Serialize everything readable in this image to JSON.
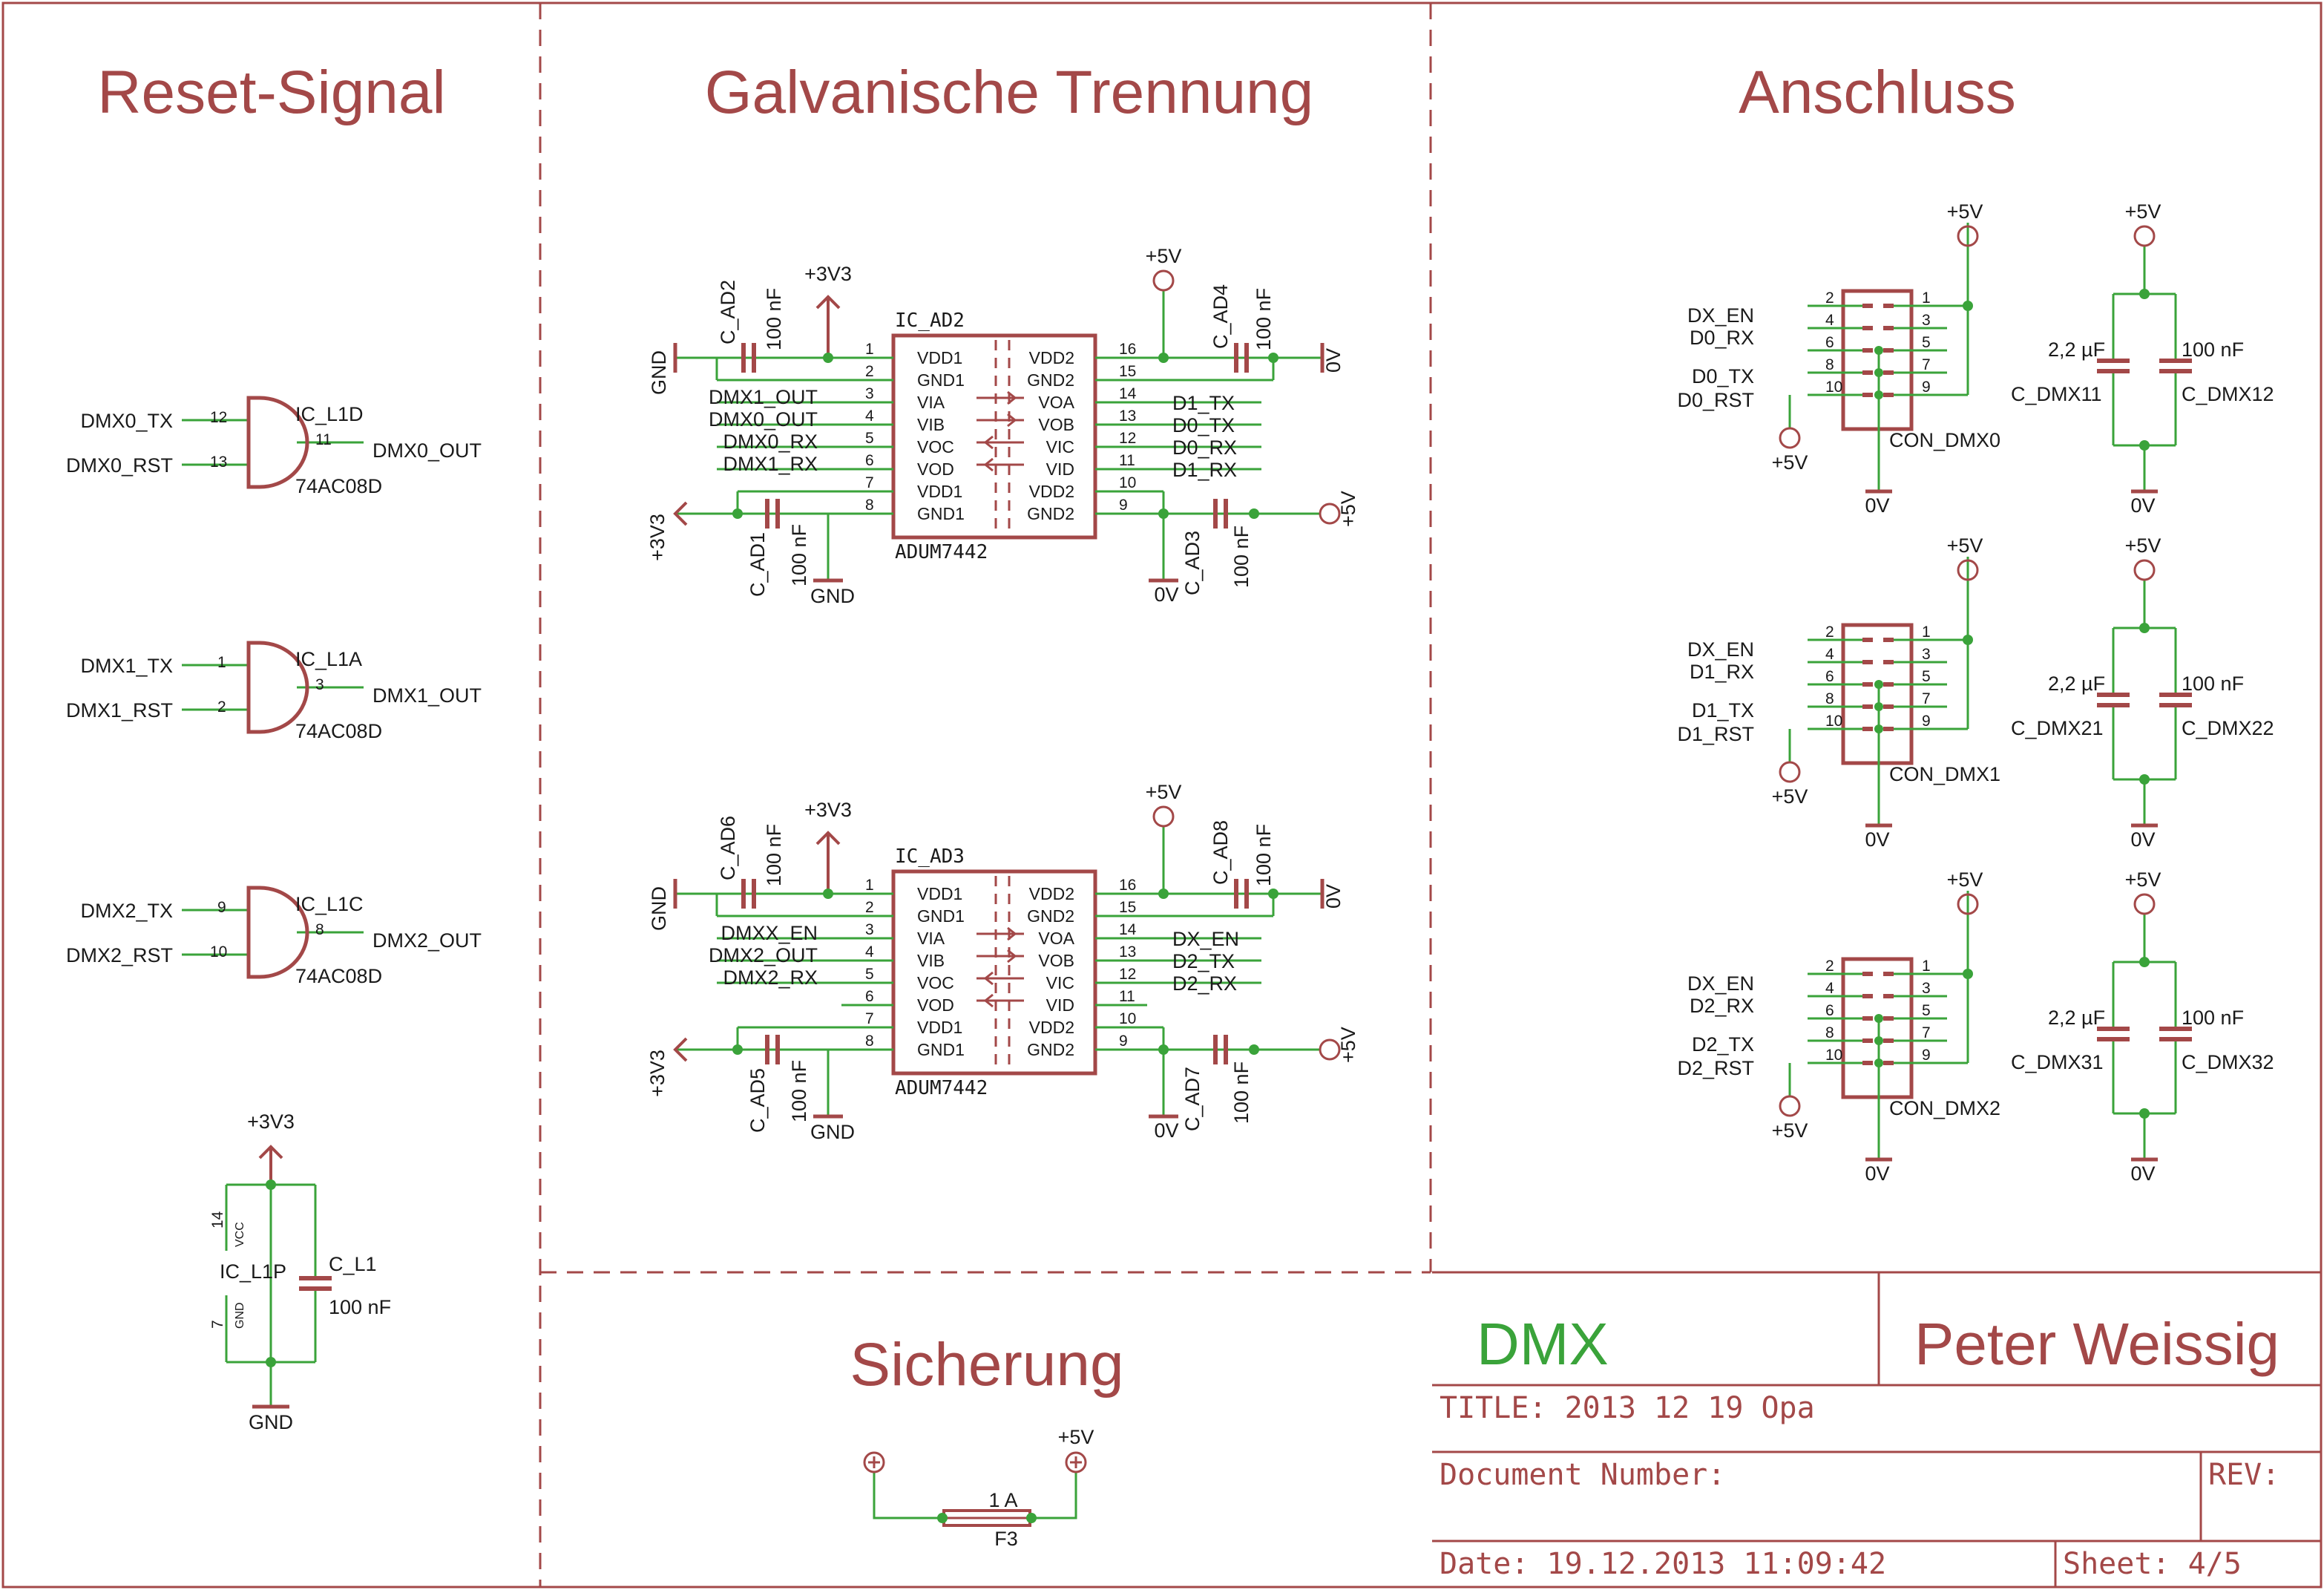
{
  "sections": {
    "reset": "Reset-Signal",
    "galv": "Galvanische Trennung",
    "anschluss": "Anschluss",
    "sicherung": "Sicherung"
  },
  "colors": {
    "frame": "#a34848",
    "wire": "#3aa33a",
    "text": "#1a1a1a"
  },
  "gates": [
    {
      "in1": "DMX0_TX",
      "in2": "DMX0_RST",
      "out": "DMX0_OUT",
      "p1": "12",
      "p2": "13",
      "p3": "11",
      "name": "IC_L1D",
      "value": "74AC08D"
    },
    {
      "in1": "DMX1_TX",
      "in2": "DMX1_RST",
      "out": "DMX1_OUT",
      "p1": "1",
      "p2": "2",
      "p3": "3",
      "name": "IC_L1A",
      "value": "74AC08D"
    },
    {
      "in1": "DMX2_TX",
      "in2": "DMX2_RST",
      "out": "DMX2_OUT",
      "p1": "9",
      "p2": "10",
      "p3": "8",
      "name": "IC_L1C",
      "value": "74AC08D"
    }
  ],
  "power_ic": {
    "supply": "+3V3",
    "gnd": "GND",
    "name": "IC_L1P",
    "vcc_pin": "14",
    "vcc": "VCC",
    "gnd_pin": "7",
    "gnd_lbl": "GND",
    "cap": "C_L1",
    "cap_value": "100 nF"
  },
  "isolators": [
    {
      "name": "IC_AD2",
      "value": "ADUM7442",
      "left_pins": [
        "VDD1",
        "GND1",
        "VIA",
        "VIB",
        "VOC",
        "VOD",
        "VDD1",
        "GND1"
      ],
      "left_nums": [
        "1",
        "2",
        "3",
        "4",
        "5",
        "6",
        "7",
        "8"
      ],
      "right_pins": [
        "VDD2",
        "GND2",
        "VOA",
        "VOB",
        "VIC",
        "VID",
        "VDD2",
        "GND2"
      ],
      "right_nums": [
        "16",
        "15",
        "14",
        "13",
        "12",
        "11",
        "10",
        "9"
      ],
      "left_nets": [
        "",
        "",
        "DMX1_OUT",
        "DMX0_OUT",
        "DMX0_RX",
        "DMX1_RX",
        "",
        ""
      ],
      "right_nets": [
        "",
        "",
        "D1_TX",
        "D0_TX",
        "D0_RX",
        "D1_RX",
        "",
        ""
      ],
      "cap_tl": "C_AD2",
      "cap_tr": "C_AD4",
      "cap_bl": "C_AD1",
      "cap_br": "C_AD3",
      "cap_value": "100 nF",
      "gnd": "GND",
      "p3v3": "+3V3",
      "p5v": "+5V",
      "zero": "0V"
    },
    {
      "name": "IC_AD3",
      "value": "ADUM7442",
      "left_pins": [
        "VDD1",
        "GND1",
        "VIA",
        "VIB",
        "VOC",
        "VOD",
        "VDD1",
        "GND1"
      ],
      "left_nums": [
        "1",
        "2",
        "3",
        "4",
        "5",
        "6",
        "7",
        "8"
      ],
      "right_pins": [
        "VDD2",
        "GND2",
        "VOA",
        "VOB",
        "VIC",
        "VID",
        "VDD2",
        "GND2"
      ],
      "right_nums": [
        "16",
        "15",
        "14",
        "13",
        "12",
        "11",
        "10",
        "9"
      ],
      "left_nets": [
        "",
        "",
        "DMXX_EN",
        "DMX2_OUT",
        "DMX2_RX",
        "",
        "",
        ""
      ],
      "right_nets": [
        "",
        "",
        "DX_EN",
        "D2_TX",
        "D2_RX",
        "",
        "",
        ""
      ],
      "cap_tl": "C_AD6",
      "cap_tr": "C_AD8",
      "cap_bl": "C_AD5",
      "cap_br": "C_AD7",
      "cap_value": "100 nF",
      "gnd": "GND",
      "p3v3": "+3V3",
      "p5v": "+5V",
      "zero": "0V"
    }
  ],
  "connectors": [
    {
      "name": "CON_DMX0",
      "en": "DX_EN",
      "rx": "D0_RX",
      "tx": "D0_TX",
      "rst": "D0_RST",
      "c1": "C_DMX11",
      "c1v": "2,2 µF",
      "c2": "C_DMX12",
      "c2v": "100 nF",
      "p5v": "+5V",
      "zero": "0V",
      "lnums": [
        "2",
        "4",
        "6",
        "8",
        "10"
      ],
      "rnums": [
        "1",
        "3",
        "5",
        "7",
        "9"
      ]
    },
    {
      "name": "CON_DMX1",
      "en": "DX_EN",
      "rx": "D1_RX",
      "tx": "D1_TX",
      "rst": "D1_RST",
      "c1": "C_DMX21",
      "c1v": "2,2 µF",
      "c2": "C_DMX22",
      "c2v": "100 nF",
      "p5v": "+5V",
      "zero": "0V",
      "lnums": [
        "2",
        "4",
        "6",
        "8",
        "10"
      ],
      "rnums": [
        "1",
        "3",
        "5",
        "7",
        "9"
      ]
    },
    {
      "name": "CON_DMX2",
      "en": "DX_EN",
      "rx": "D2_RX",
      "tx": "D2_TX",
      "rst": "D2_RST",
      "c1": "C_DMX31",
      "c1v": "2,2 µF",
      "c2": "C_DMX32",
      "c2v": "100 nF",
      "p5v": "+5V",
      "zero": "0V",
      "lnums": [
        "2",
        "4",
        "6",
        "8",
        "10"
      ],
      "rnums": [
        "1",
        "3",
        "5",
        "7",
        "9"
      ]
    }
  ],
  "fuse": {
    "name": "F3",
    "value": "1 A",
    "supply": "+5V"
  },
  "title_block": {
    "project": "DMX",
    "author": "Peter Weissig",
    "title": "TITLE:  2013 12 19 Opa",
    "docnum": "Document Number:",
    "rev": "REV:",
    "date": "Date: 19.12.2013 11:09:42",
    "sheet": "Sheet: 4/5"
  }
}
